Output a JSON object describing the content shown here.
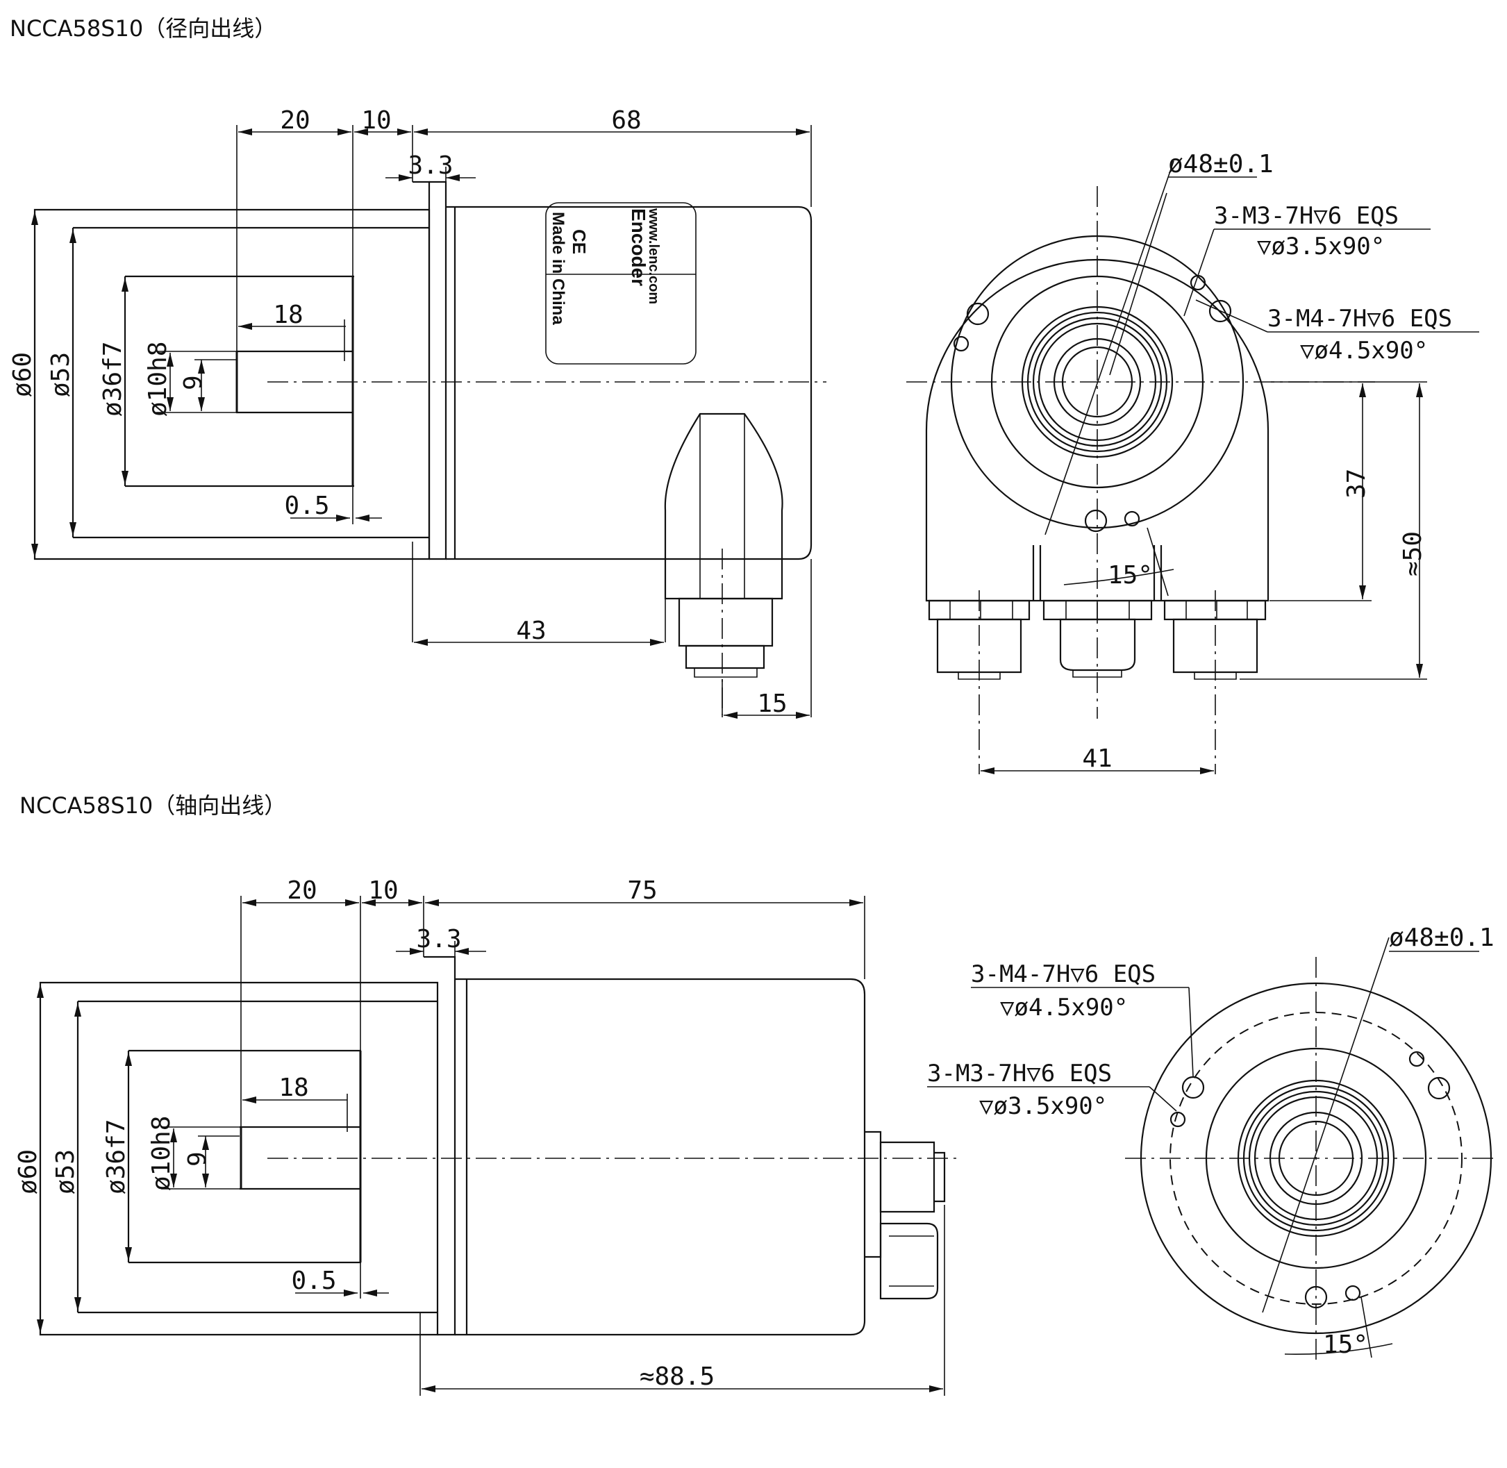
{
  "title_radial": "NCCA58S10（径向出线）",
  "title_axial": "NCCA58S10（轴向出线）",
  "label": {
    "brand": "Encoder",
    "website": "www.lenc.com",
    "ce": "CE",
    "origin": "Made in China"
  },
  "radial_side": {
    "d20": "20",
    "d10": "10",
    "d68": "68",
    "d33": "3.3",
    "d18": "18",
    "phi60": "ø60",
    "phi53": "ø53",
    "phi36": "ø36f7",
    "phi10": "ø10h8",
    "d9": "9",
    "d05": "0.5",
    "d43": "43",
    "d15": "15"
  },
  "radial_front": {
    "phi48": "ø48±0.1",
    "m3_line1": "3-M3-7H▽6 EQS",
    "m3_line2": "▽ø3.5x90°",
    "m4_line1": "3-M4-7H▽6 EQS",
    "m4_line2": "▽ø4.5x90°",
    "d37": "37",
    "d50": "≈50",
    "angle": "15°",
    "d41": "41"
  },
  "axial_side": {
    "d20": "20",
    "d10": "10",
    "d75": "75",
    "d33": "3.3",
    "d18": "18",
    "phi60": "ø60",
    "phi53": "ø53",
    "phi36": "ø36f7",
    "phi10": "ø10h8",
    "d9": "9",
    "d05": "0.5",
    "d885": "≈88.5"
  },
  "axial_front": {
    "phi48": "ø48±0.1",
    "m4_line1": "3-M4-7H▽6 EQS",
    "m4_line2": "▽ø4.5x90°",
    "m3_line1": "3-M3-7H▽6 EQS",
    "m3_line2": "▽ø3.5x90°",
    "angle": "15°"
  }
}
